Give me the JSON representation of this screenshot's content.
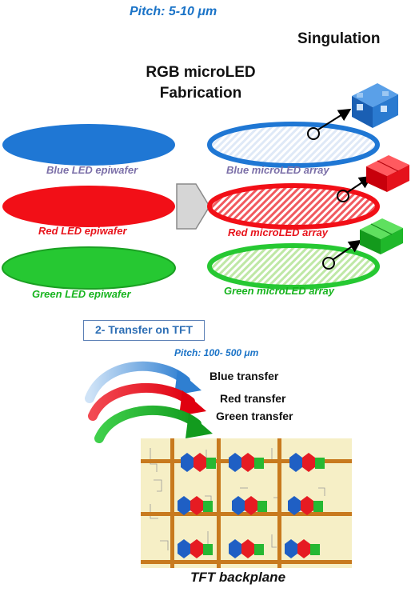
{
  "pitch_top": "Pitch: 5-10 μm",
  "singulation": "Singulation",
  "fabrication_title": "RGB microLED Fabrication",
  "epiwafers": {
    "blue": "Blue LED epiwafer",
    "red": "Red LED epiwafer",
    "green": "Green LED epiwafer"
  },
  "arrays": {
    "blue": "Blue microLED array",
    "red": "Red microLED array",
    "green": "Green microLED array"
  },
  "transfer_step": "2- Transfer on TFT",
  "pitch_tft": "Pitch: 100- 500  μm",
  "transfers": {
    "blue": "Blue transfer",
    "red": "Red transfer",
    "green": "Green transfer"
  },
  "backplane_label": "TFT backplane",
  "colors": {
    "blue": "#1f77d4",
    "red": "#f20f17",
    "green": "#26c832",
    "trace": "#c87a1e",
    "backplane_bg": "#f6efc6"
  }
}
